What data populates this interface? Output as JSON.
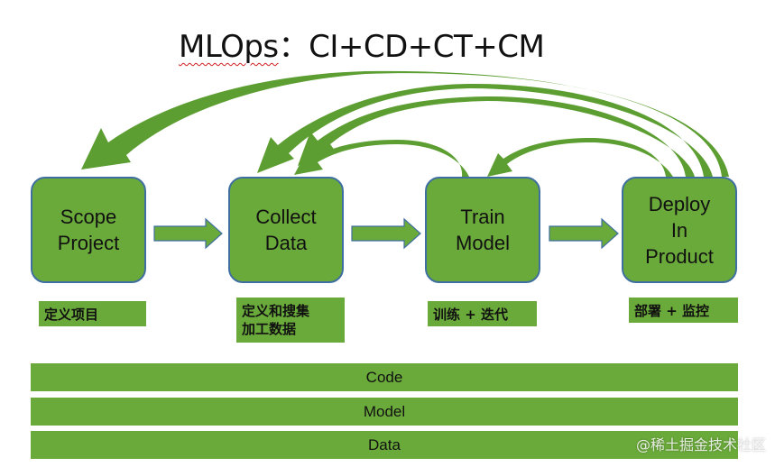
{
  "title": {
    "main": "MLOps",
    "separator": "：",
    "formula": "CI+CD+CT+CM"
  },
  "stages": [
    {
      "id": "scope",
      "label": "Scope\nProject"
    },
    {
      "id": "collect",
      "label": "Collect\nData"
    },
    {
      "id": "train",
      "label": "Train\nModel"
    },
    {
      "id": "deploy",
      "label": "Deploy\nIn\nProduct"
    }
  ],
  "stage_notes": [
    "定义项目",
    "定义和搜集\n加工数据",
    "训练 + 迭代",
    "部署 + 监控"
  ],
  "layers": [
    "Code",
    "Model",
    "Data"
  ],
  "watermark": "@稀土掘金技术社区",
  "colors": {
    "box_fill": "#6aaa3a",
    "box_border": "#3f6fa0",
    "arrow": "#5c9e31"
  }
}
